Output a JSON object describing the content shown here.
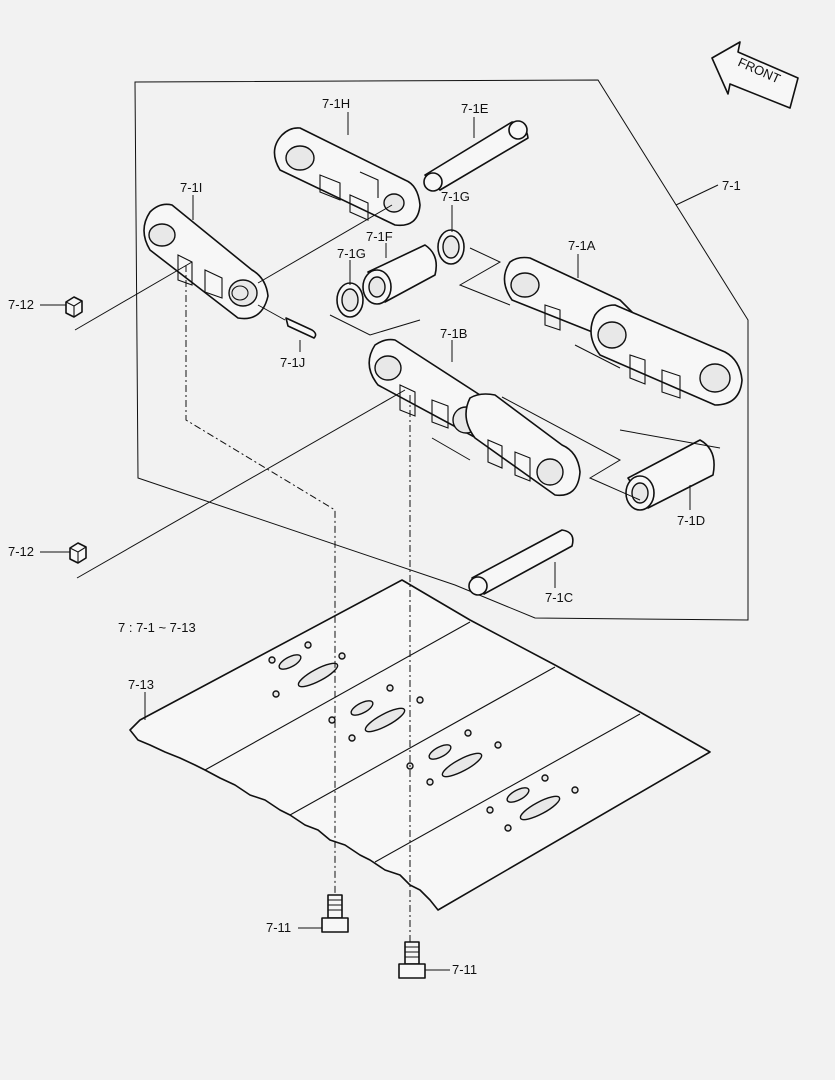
{
  "front_badge": {
    "text": "FRONT"
  },
  "labels": {
    "l_7_1": "7-1",
    "l_7_1A": "7-1A",
    "l_7_1B": "7-1B",
    "l_7_1C": "7-1C",
    "l_7_1D": "7-1D",
    "l_7_1E": "7-1E",
    "l_7_1F": "7-1F",
    "l_7_1G_a": "7-1G",
    "l_7_1G_b": "7-1G",
    "l_7_1H": "7-1H",
    "l_7_1I": "7-1I",
    "l_7_1J": "7-1J",
    "l_7_11_a": "7-11",
    "l_7_11_b": "7-11",
    "l_7_12_a": "7-12",
    "l_7_12_b": "7-12",
    "l_7_13": "7-13"
  },
  "assembly_note": "7 : 7-1 ~ 7-13",
  "colors": {
    "line": "#111111",
    "background": "#f2f2f2",
    "part_fill": "#f7f7f7"
  }
}
